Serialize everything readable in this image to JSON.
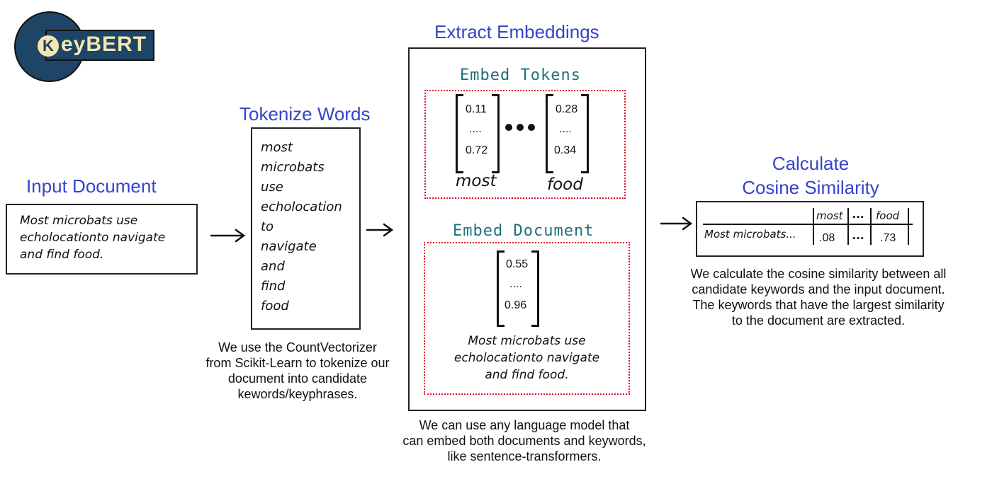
{
  "logo": {
    "letter": "K",
    "text": "eyBERT"
  },
  "input": {
    "title": "Input Document",
    "lines": [
      "Most microbats use",
      "echolocationto navigate",
      "and find food."
    ]
  },
  "tokenize": {
    "title": "Tokenize Words",
    "tokens": [
      "most",
      "microbats",
      "use",
      "echolocation",
      "to",
      "navigate",
      "and",
      "find",
      "food"
    ],
    "caption": [
      "We use the CountVectorizer",
      "from Scikit-Learn to tokenize our",
      "document into candidate",
      "kewords/keyphrases."
    ]
  },
  "extract": {
    "title": "Extract Embeddings",
    "embed_tokens": {
      "title": "Embed Tokens",
      "vector1": [
        "0.11",
        "....",
        "0.72"
      ],
      "label1": "most",
      "vector2": [
        "0.28",
        "....",
        "0.34"
      ],
      "label2": "food"
    },
    "embed_document": {
      "title": "Embed Document",
      "vector": [
        "0.55",
        "....",
        "0.96"
      ],
      "lines": [
        "Most microbats use",
        "echolocationto navigate",
        "and find food."
      ]
    },
    "caption": [
      "We can use any language model that",
      "can embed both documents and keywords,",
      "like sentence-transformers."
    ]
  },
  "similarity": {
    "title_line1": "Calculate",
    "title_line2": "Cosine Similarity",
    "table": {
      "headers": [
        "most",
        "...",
        "food"
      ],
      "row_label": "Most microbats...",
      "values": [
        ".08",
        "...",
        ".73"
      ]
    },
    "caption": [
      "We calculate the cosine similarity between all",
      "candidate keywords and the input document.",
      "The keywords that have the largest similarity",
      "to the document are extracted."
    ]
  },
  "colors": {
    "title_blue": "#3344cc",
    "teal": "#1f6f7a",
    "dotted_red": "#e0142e",
    "logo_navy": "#1e4466",
    "logo_yellow": "#f3e7b0"
  }
}
